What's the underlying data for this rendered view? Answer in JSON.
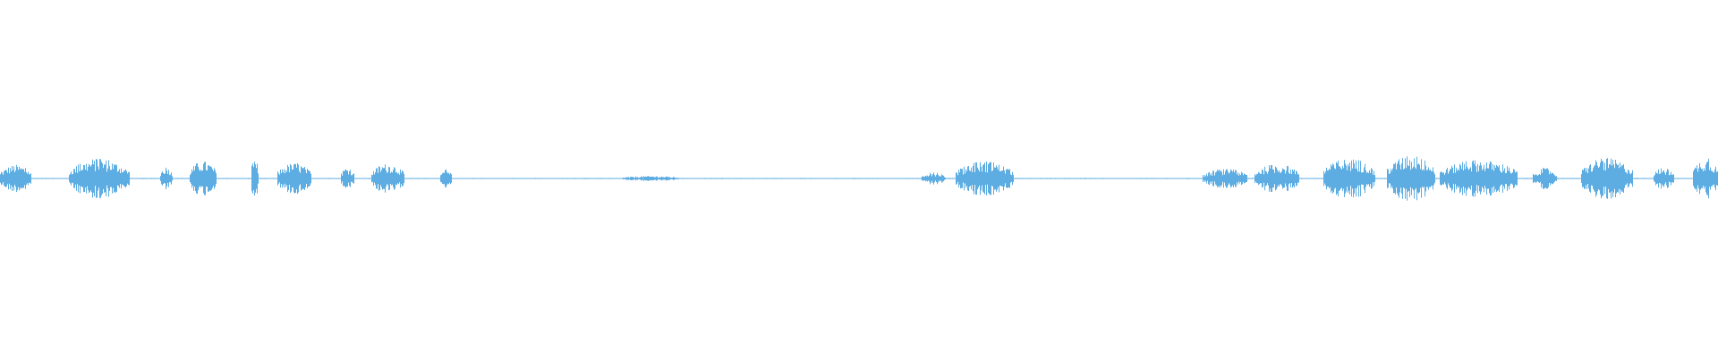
{
  "waveform": {
    "color": "#5dade2",
    "background": "#ffffff",
    "segments": [
      {
        "start": 0.0,
        "end": 0.018,
        "amp": 0.55
      },
      {
        "start": 0.04,
        "end": 0.075,
        "amp": 0.78
      },
      {
        "start": 0.093,
        "end": 0.1,
        "amp": 0.48
      },
      {
        "start": 0.11,
        "end": 0.126,
        "amp": 0.7
      },
      {
        "start": 0.146,
        "end": 0.15,
        "amp": 0.92
      },
      {
        "start": 0.161,
        "end": 0.181,
        "amp": 0.62
      },
      {
        "start": 0.198,
        "end": 0.206,
        "amp": 0.46
      },
      {
        "start": 0.216,
        "end": 0.235,
        "amp": 0.6
      },
      {
        "start": 0.256,
        "end": 0.263,
        "amp": 0.36
      },
      {
        "start": 0.362,
        "end": 0.395,
        "amp": 0.1
      },
      {
        "start": 0.536,
        "end": 0.55,
        "amp": 0.24
      },
      {
        "start": 0.556,
        "end": 0.59,
        "amp": 0.68
      },
      {
        "start": 0.7,
        "end": 0.726,
        "amp": 0.38
      },
      {
        "start": 0.73,
        "end": 0.756,
        "amp": 0.58
      },
      {
        "start": 0.77,
        "end": 0.8,
        "amp": 0.8
      },
      {
        "start": 0.807,
        "end": 0.835,
        "amp": 0.9
      },
      {
        "start": 0.838,
        "end": 0.883,
        "amp": 0.74
      },
      {
        "start": 0.892,
        "end": 0.906,
        "amp": 0.42
      },
      {
        "start": 0.92,
        "end": 0.95,
        "amp": 0.82
      },
      {
        "start": 0.962,
        "end": 0.974,
        "amp": 0.42
      },
      {
        "start": 0.985,
        "end": 1.0,
        "amp": 0.82
      }
    ]
  }
}
